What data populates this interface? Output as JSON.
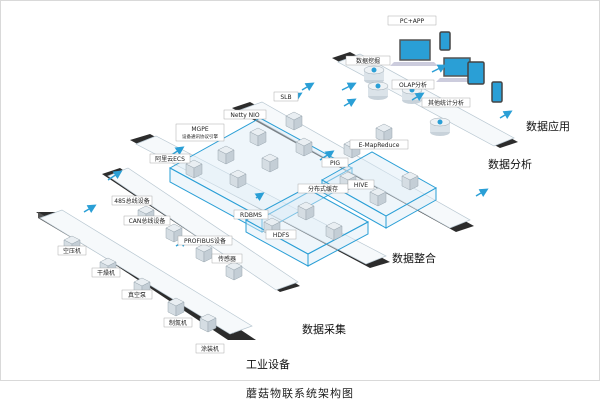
{
  "layers": {
    "industrial": "工业设备",
    "collection": "数据采集",
    "integration": "数据整合",
    "analysis": "数据分析",
    "application": "数据应用"
  },
  "industrial_devices": [
    "空压机",
    "干燥机",
    "真空泵",
    "制氮机",
    "涂装机"
  ],
  "collection_items": [
    "485总线设备",
    "CAN总线设备",
    "PROFIBUS设备",
    "传感器"
  ],
  "integration_items": [
    "阿里云ECS",
    "MGPE",
    "设备通讯协议引擎",
    "Netty NIO",
    "SLB",
    "分布式缓存",
    "RDBMS",
    "HDFS"
  ],
  "analysis_items": [
    "E-MapReduce",
    "PIG",
    "HIVE"
  ],
  "application_items": [
    "PC+APP",
    "数据挖掘",
    "OLAP分析",
    "其他统计分析"
  ],
  "caption": "蘑菇物联系统架构图",
  "colors": {
    "accent": "#2a9fd6",
    "bar": "#2c2c2c",
    "panel": "#f4f8fb"
  }
}
